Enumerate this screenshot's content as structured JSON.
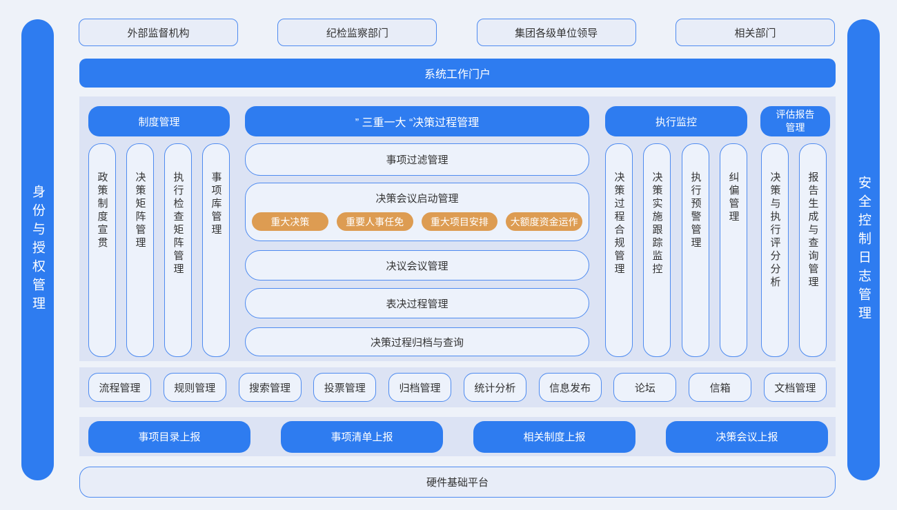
{
  "colors": {
    "primary_blue": "#2e7cf0",
    "orange": "#dd9c52",
    "panel": "#dce3f4",
    "box_fill": "#edf2fb",
    "box_border": "#4d8af0",
    "page_bg": "#eef2f9",
    "top_box_fill": "#e8edf8",
    "text_dark": "#333333"
  },
  "left_bar": {
    "label": "身份与授权管理"
  },
  "right_bar": {
    "label": "安全控制日志管理"
  },
  "top_row": {
    "items": [
      "外部监督机构",
      "纪检监察部门",
      "集团各级单位领导",
      "相关部门"
    ]
  },
  "portal": {
    "label": "系统工作门户"
  },
  "institution": {
    "header": "制度管理",
    "items": [
      "政策制度宣贯",
      "决策矩阵管理",
      "执行检查矩阵管理",
      "事项库管理"
    ]
  },
  "decision": {
    "header": "” 三重一大 “决策过程管理",
    "row1": "事项过滤管理",
    "row2": {
      "title": "决策会议启动管理",
      "pills": [
        "重大决策",
        "重要人事任免",
        "重大项目安排",
        "大额度资金运作"
      ]
    },
    "row3": "决议会议管理",
    "row4": "表决过程管理",
    "row5": "决策过程归档与查询"
  },
  "monitor": {
    "header": "执行监控",
    "items": [
      "决策过程合规管理",
      "决策实施跟踪监控",
      "执行预警管理",
      "纠偏管理"
    ]
  },
  "report": {
    "header": "评估报告管理",
    "items": [
      "决策与执行评分分析",
      "报告生成与查询管理"
    ]
  },
  "tools": {
    "items": [
      "流程管理",
      "规则管理",
      "搜索管理",
      "投票管理",
      "归档管理",
      "统计分析",
      "信息发布",
      "论坛",
      "信箱",
      "文档管理"
    ]
  },
  "reports_row": {
    "items": [
      "事项目录上报",
      "事项清单上报",
      "相关制度上报",
      "决策会议上报"
    ]
  },
  "hardware": {
    "label": "硬件基础平台"
  }
}
